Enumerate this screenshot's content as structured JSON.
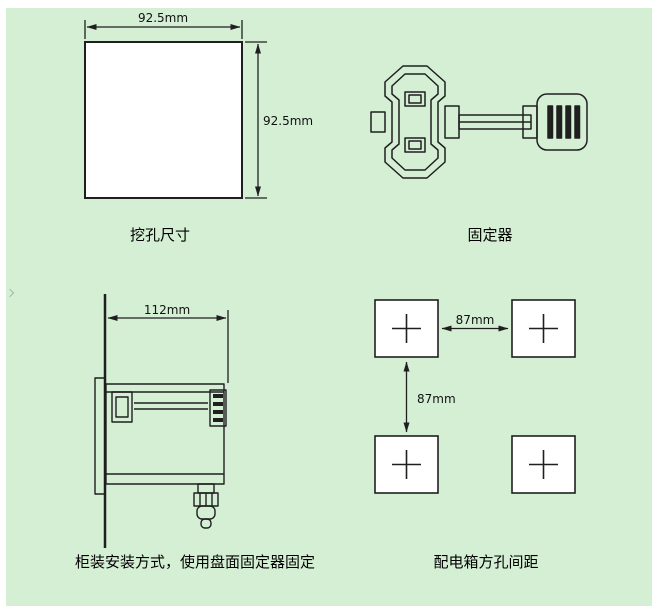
{
  "colors": {
    "background": "#d5efd5",
    "line": "#1f1f1f",
    "text": "#111111",
    "square_fill": "#ffffff"
  },
  "cutout": {
    "caption": "挖孔尺寸",
    "width_label": "92.5mm",
    "height_label": "92.5mm"
  },
  "fixer": {
    "caption": "固定器"
  },
  "mount": {
    "caption": "柜装安装方式，使用盘面固定器固定",
    "depth_label": "112mm"
  },
  "holes": {
    "caption": "配电箱方孔间距",
    "horizontal_label": "87mm",
    "vertical_label": "87mm"
  }
}
